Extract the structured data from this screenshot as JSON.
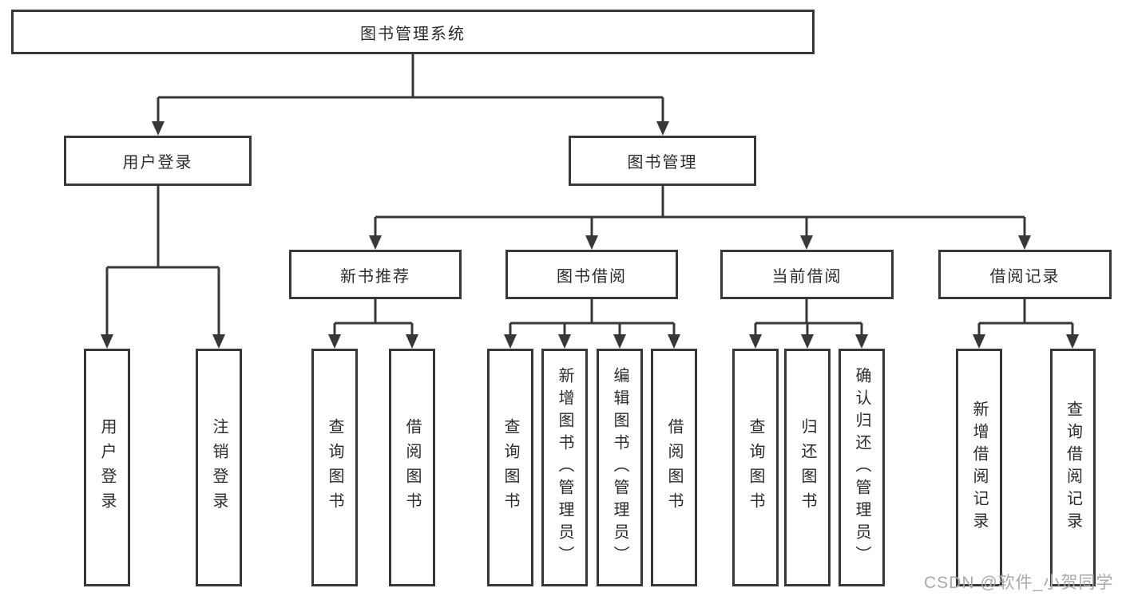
{
  "tree": {
    "root": {
      "label": "图书管理系统"
    },
    "branches": [
      {
        "label": "用户登录",
        "children": [
          {
            "label": "用户登录"
          },
          {
            "label": "注销登录"
          }
        ]
      },
      {
        "label": "图书管理",
        "children": [
          {
            "label": "新书推荐",
            "children": [
              {
                "label": "查询图书"
              },
              {
                "label": "借阅图书"
              }
            ]
          },
          {
            "label": "图书借阅",
            "children": [
              {
                "label": "查询图书"
              },
              {
                "label": "新增图书（管理员）"
              },
              {
                "label": "编辑图书（管理员）"
              },
              {
                "label": "借阅图书"
              }
            ]
          },
          {
            "label": "当前借阅",
            "children": [
              {
                "label": "查询图书"
              },
              {
                "label": "归还图书"
              },
              {
                "label": "确认归还（管理员）"
              }
            ]
          },
          {
            "label": "借阅记录",
            "children": [
              {
                "label": "新增借阅记录"
              },
              {
                "label": "查询借阅记录"
              }
            ]
          }
        ]
      }
    ]
  },
  "watermark": {
    "text": "CSDN @软件_小贺同学"
  },
  "colors": {
    "line": "#383838",
    "box_border": "#383838",
    "text": "#2b2b2b",
    "watermark": "#a8a8ae",
    "background": "#ffffff"
  }
}
